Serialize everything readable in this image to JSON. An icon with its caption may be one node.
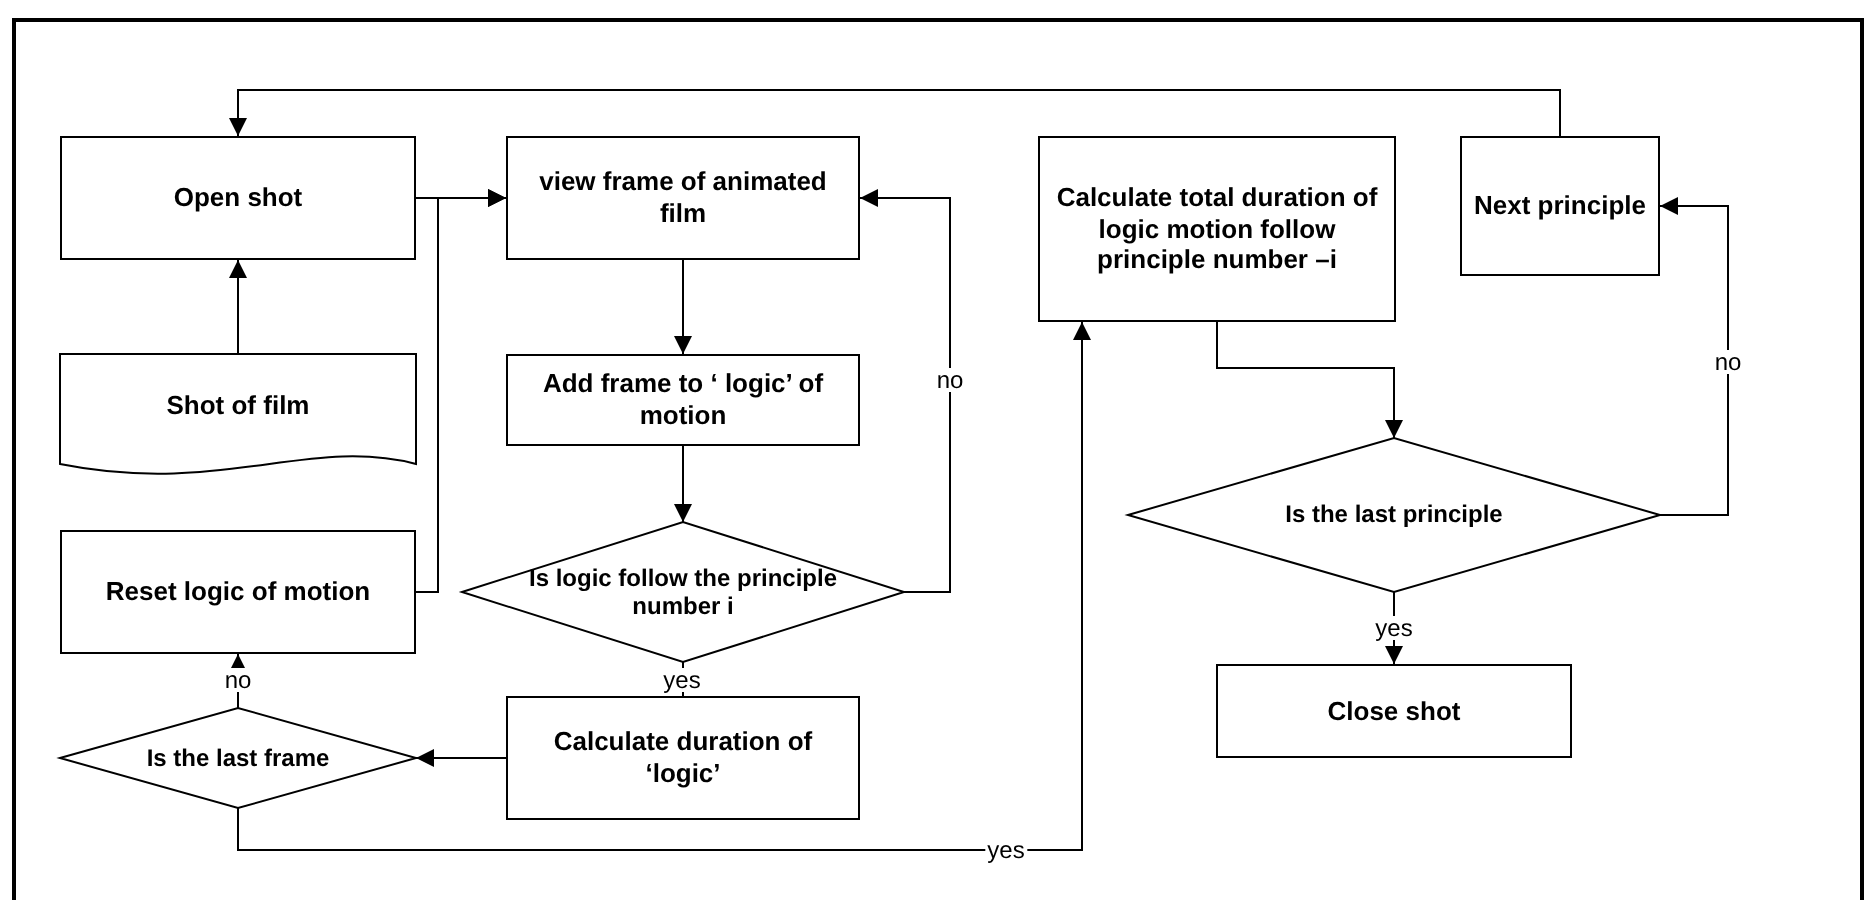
{
  "diagram": {
    "nodes": [
      {
        "text": [
          "Open shot"
        ]
      },
      {
        "text": [
          "Shot of film"
        ]
      },
      {
        "text": [
          "Reset logic of motion"
        ]
      },
      {
        "text": [
          "view frame of animated film"
        ]
      },
      {
        "text": [
          "Add frame to ‘ logic’ of motion"
        ]
      },
      {
        "text": [
          "Is logic follow the principle number i"
        ]
      },
      {
        "text": [
          "Calculate duration of ‘logic’"
        ]
      },
      {
        "text": [
          "Is the last frame"
        ]
      },
      {
        "text": [
          "Calculate total duration of logic motion follow principle number –i"
        ]
      },
      {
        "text": [
          "Next principle"
        ]
      },
      {
        "text": [
          "Is the last principle"
        ]
      },
      {
        "text": [
          "Close shot"
        ]
      }
    ],
    "edges": [
      {
        "from": 1,
        "to": 0,
        "arrow": "to"
      },
      {
        "from": 0,
        "to": 3,
        "arrow": "to"
      },
      {
        "from": 2,
        "to": 3,
        "arrow": "to"
      },
      {
        "from": 3,
        "to": 4,
        "arrow": "to"
      },
      {
        "from": 4,
        "to": 5,
        "arrow": "to"
      },
      {
        "from": 5,
        "to": 3,
        "arrow": "to",
        "label": "no"
      },
      {
        "from": 5,
        "to": 6,
        "arrow": "none",
        "label": "yes"
      },
      {
        "from": 6,
        "to": 7,
        "arrow": "to"
      },
      {
        "from": 7,
        "to": 2,
        "arrow": "to",
        "label": "no"
      },
      {
        "from": 7,
        "to": 8,
        "arrow": "to",
        "label": "yes"
      },
      {
        "from": 8,
        "to": 10,
        "arrow": "to"
      },
      {
        "from": 10,
        "to": 11,
        "arrow": "to",
        "label": "yes"
      },
      {
        "from": 10,
        "to": 9,
        "arrow": "to",
        "label": "no"
      },
      {
        "from": 9,
        "to": 0,
        "arrow": "to"
      }
    ]
  }
}
